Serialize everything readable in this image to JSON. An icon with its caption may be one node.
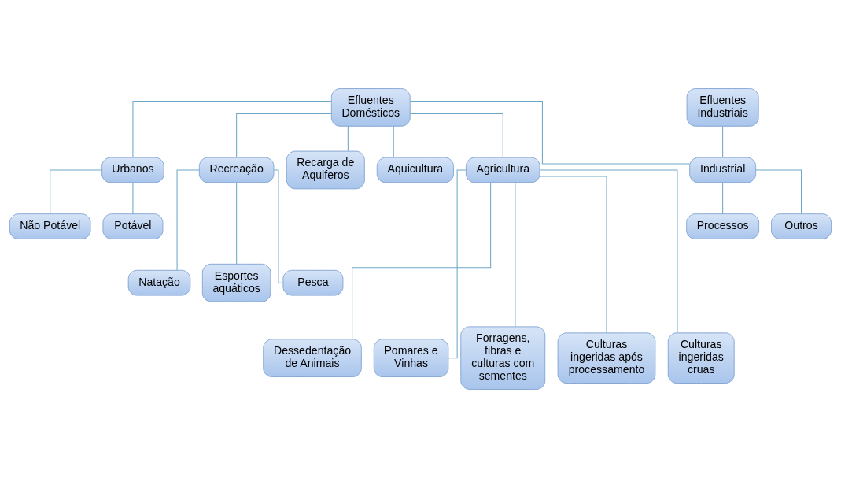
{
  "diagram": {
    "nodes": [
      {
        "text": [
          "Efluentes Domésticos"
        ]
      },
      {
        "text": [
          "Efluentes Industriais"
        ]
      },
      {
        "text": [
          "Urbanos"
        ]
      },
      {
        "text": [
          "Recreação"
        ]
      },
      {
        "text": [
          "Recarga de Aquiferos"
        ]
      },
      {
        "text": [
          "Aquicultura"
        ]
      },
      {
        "text": [
          "Agricultura"
        ]
      },
      {
        "text": [
          "Industrial"
        ]
      },
      {
        "text": [
          "Não Potável"
        ]
      },
      {
        "text": [
          "Potável"
        ]
      },
      {
        "text": [
          "Natação"
        ]
      },
      {
        "text": [
          "Esportes aquáticos"
        ]
      },
      {
        "text": [
          "Pesca"
        ]
      },
      {
        "text": [
          "Processos"
        ]
      },
      {
        "text": [
          "Outros"
        ]
      },
      {
        "text": [
          "Dessedentação de Animais"
        ]
      },
      {
        "text": [
          "Pomares e Vinhas"
        ]
      },
      {
        "text": [
          "Forragens, fibras e culturas com sementes"
        ]
      },
      {
        "text": [
          "Culturas ingeridas após processamento"
        ]
      },
      {
        "text": [
          "Culturas ingeridas cruas"
        ]
      }
    ],
    "edges": [
      {
        "from": 0,
        "to": 2,
        "arrow": "none"
      },
      {
        "from": 0,
        "to": 3,
        "arrow": "none"
      },
      {
        "from": 0,
        "to": 4,
        "arrow": "none"
      },
      {
        "from": 0,
        "to": 5,
        "arrow": "none"
      },
      {
        "from": 0,
        "to": 6,
        "arrow": "none"
      },
      {
        "from": 0,
        "to": 7,
        "arrow": "none"
      },
      {
        "from": 1,
        "to": 7,
        "arrow": "none"
      },
      {
        "from": 2,
        "to": 8,
        "arrow": "none"
      },
      {
        "from": 2,
        "to": 9,
        "arrow": "none"
      },
      {
        "from": 3,
        "to": 10,
        "arrow": "none"
      },
      {
        "from": 3,
        "to": 11,
        "arrow": "none"
      },
      {
        "from": 3,
        "to": 12,
        "arrow": "none"
      },
      {
        "from": 7,
        "to": 13,
        "arrow": "none"
      },
      {
        "from": 7,
        "to": 14,
        "arrow": "none"
      },
      {
        "from": 6,
        "to": 15,
        "arrow": "none"
      },
      {
        "from": 6,
        "to": 16,
        "arrow": "none"
      },
      {
        "from": 6,
        "to": 17,
        "arrow": "none"
      },
      {
        "from": 6,
        "to": 18,
        "arrow": "none"
      },
      {
        "from": 6,
        "to": 19,
        "arrow": "none"
      }
    ]
  }
}
